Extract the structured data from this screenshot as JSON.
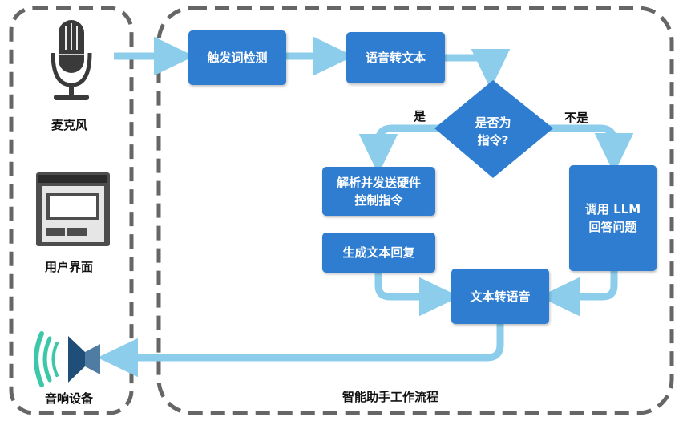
{
  "colors": {
    "node": "#2e7dd1",
    "arrow": "#8ccdec",
    "border": "#666666",
    "icon": "#3a3a3a",
    "wave": "#3bc7a8",
    "speaker": "#1f4e79"
  },
  "left_panel": {
    "microphone_label": "麦克风",
    "ui_label": "用户界面",
    "speaker_label": "音响设备"
  },
  "flow": {
    "title": "智能助手工作流程",
    "trigger": "触发词检测",
    "stt": "语音转文本",
    "decision_line1": "是否为",
    "decision_line2": "指令?",
    "yes_label": "是",
    "no_label": "不是",
    "parse": "解析并发送硬件控制指令",
    "reply": "生成文本回复",
    "llm": "调用 LLM 回答问题",
    "tts": "文本转语音"
  }
}
